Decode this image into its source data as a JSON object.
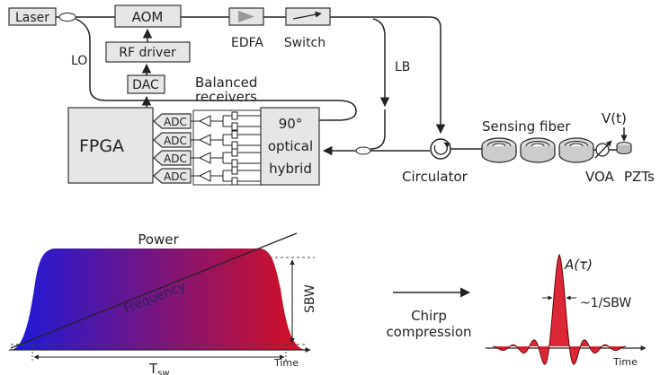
{
  "components": {
    "laser": "Laser",
    "aom": "AOM",
    "rf_driver": "RF driver",
    "dac": "DAC",
    "edfa": "EDFA",
    "switch": "Switch",
    "fpga": "FPGA",
    "balanced_receivers_line1": "Balanced",
    "balanced_receivers_line2": "receivers",
    "adc": "ADC",
    "hybrid_line1": "90°",
    "hybrid_line2": "optical",
    "hybrid_line3": "hybrid",
    "circulator": "Circulator",
    "sensing_fiber": "Sensing fiber",
    "voa": "VOA",
    "pzt": "PZTs",
    "voltage": "V(t)"
  },
  "paths": {
    "lo": "LO",
    "lb": "LB"
  },
  "waveform": {
    "power_label": "Power",
    "frequency_label": "Frequency",
    "sbw_label": "SBW",
    "time_label": "Time",
    "sweep_label": "T",
    "sweep_sub": "sw",
    "gradient_start": "#1a1adc",
    "gradient_end": "#d81020"
  },
  "process": {
    "line1": "Chirp",
    "line2": "compression"
  },
  "compressed": {
    "peak_label": "A(τ)",
    "width_label": "~1/SBW",
    "time_label": "Time",
    "fill_color": "#d81020"
  }
}
